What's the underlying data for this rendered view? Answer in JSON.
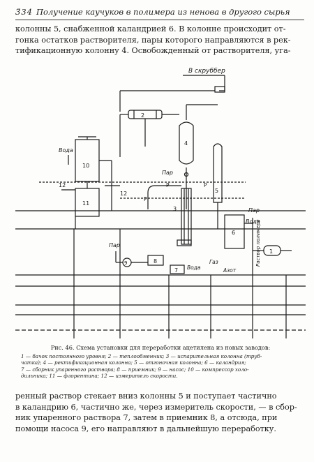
{
  "header": {
    "page_number": "3̈34",
    "running_title": "Получение каучуков в полимера из ненова в другого сырья"
  },
  "paragraph_top": [
    "колонны 5, снабженной каландрией 6. В колонне происходит от-",
    "гонка остатков растворителя, пары которого направляются в рек-",
    "тификационную колонну 4. Освобожденный от растворителя, уга-"
  ],
  "figure": {
    "labels": {
      "to_scrubber": "В скруббер",
      "steam_1": "Пар",
      "water_1": "Вода",
      "water_2": "Вода",
      "steam_2": "Пар",
      "water_3": "Вода",
      "steam_3": "Пар",
      "solution_label": "Раствор полимера",
      "nitrogen": "Азот",
      "gas": "Газ",
      "n1": "1",
      "n2": "2",
      "n3": "3",
      "n4": "4",
      "n5": "5",
      "n6": "6",
      "n7": "7",
      "n8": "8",
      "n9": "9",
      "n10": "10",
      "n11": "11",
      "n12": "12",
      "p": "Р"
    }
  },
  "caption": {
    "title": "Рис. 46. Схема установки для переработки ацетилена из новых заводов:",
    "lines": [
      "1 — бачок постоянного уровня; 2 — теплообменник; 3 — испарительная колонна (труб-",
      "чатка); 4 — ректификационная колонна; 5 — отгоночная колонна; 6 — каландрия;",
      "7 — сборник упаренного раствора; 8 — приемник; 9 — насос; 10 — компрессор холо-",
      "дильника; 11 — флорентина; 12 — измеритель скорости."
    ]
  },
  "paragraph_bottom": [
    "ренный раствор стекает вниз колонны 5 и поступает частично",
    "в каландрию 6, частично же, через измеритель скорости, — в сбор-",
    "ник упаренного раствора 7, затем в приемник 8, а отсюда, при",
    "помощи насоса 9, его направляют в дальнейшую переработку."
  ]
}
